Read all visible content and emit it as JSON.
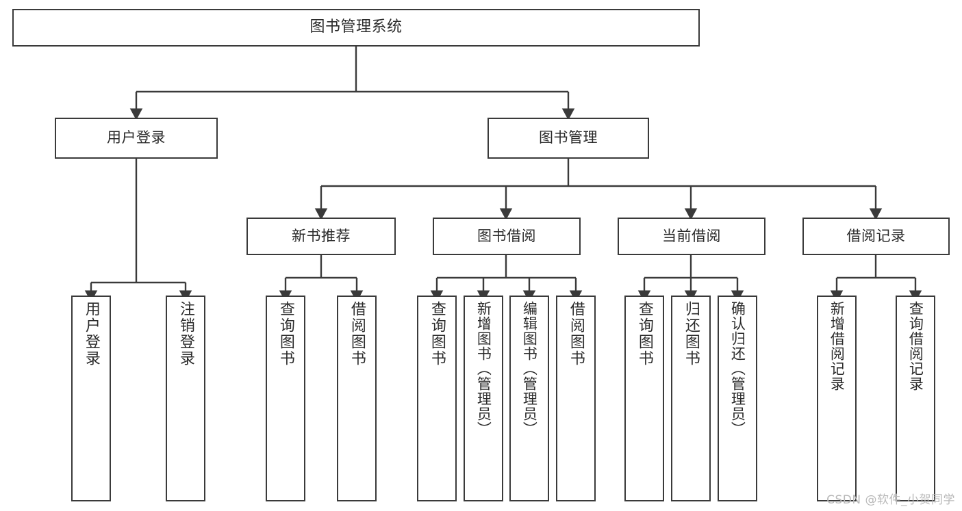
{
  "diagram": {
    "title": "图书管理系统",
    "watermark": "CSDN @软件_小贺同学",
    "colors": {
      "stroke": "#3a3a3a",
      "text": "#2b2b2b",
      "background": "#ffffff",
      "watermark": "#b9b9b9"
    },
    "levels": {
      "root": {
        "label": "图书管理系统"
      },
      "level2": [
        {
          "id": "user-login",
          "label": "用户登录"
        },
        {
          "id": "book-management",
          "label": "图书管理"
        }
      ],
      "level3": [
        {
          "id": "new-book-recommend",
          "label": "新书推荐"
        },
        {
          "id": "book-borrow",
          "label": "图书借阅"
        },
        {
          "id": "current-borrow",
          "label": "当前借阅"
        },
        {
          "id": "borrow-record",
          "label": "借阅记录"
        }
      ],
      "level4": {
        "user-login": [
          {
            "id": "leaf-user-login",
            "label": "用户登录"
          },
          {
            "id": "leaf-logout-login",
            "label": "注销登录"
          }
        ],
        "new-book-recommend": [
          {
            "id": "leaf-query-book-1",
            "label": "查询图书"
          },
          {
            "id": "leaf-borrow-book-1",
            "label": "借阅图书"
          }
        ],
        "book-borrow": [
          {
            "id": "leaf-query-book-2",
            "label": "查询图书"
          },
          {
            "id": "leaf-add-book-admin",
            "label": "新增图书（管理员）"
          },
          {
            "id": "leaf-edit-book-admin",
            "label": "编辑图书（管理员）"
          },
          {
            "id": "leaf-borrow-book-2",
            "label": "借阅图书"
          }
        ],
        "current-borrow": [
          {
            "id": "leaf-query-book-3",
            "label": "查询图书"
          },
          {
            "id": "leaf-return-book",
            "label": "归还图书"
          },
          {
            "id": "leaf-confirm-return-admin",
            "label": "确认归还（管理员）"
          }
        ],
        "borrow-record": [
          {
            "id": "leaf-add-borrow-record",
            "label": "新增借阅记录"
          },
          {
            "id": "leaf-query-borrow-record",
            "label": "查询借阅记录"
          }
        ]
      }
    }
  }
}
